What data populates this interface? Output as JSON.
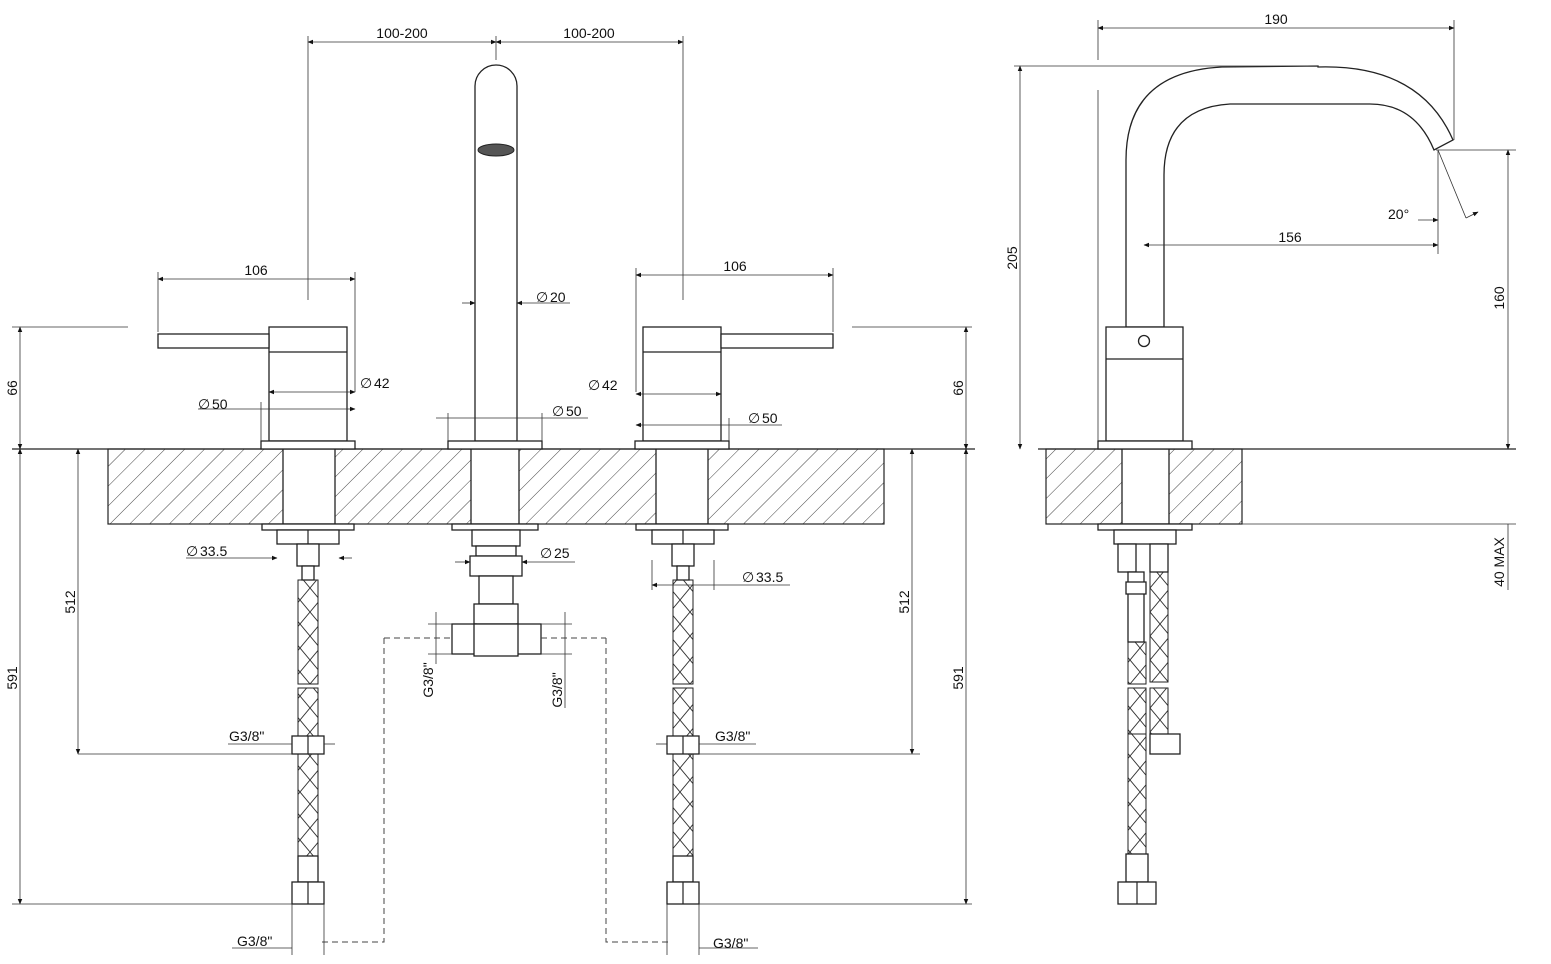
{
  "front_view": {
    "spacing_left": "100-200",
    "spacing_right": "100-200",
    "handle_reach_left": "106",
    "handle_reach_right": "106",
    "spout_diameter": "20",
    "spout_base_diameter": "50",
    "handle_diameter_left": "42",
    "handle_diameter_right": "42",
    "handle_base_left": "50",
    "handle_base_right": "50",
    "height_left": "66",
    "height_right": "66",
    "shank_left": "33.5",
    "shank_right": "33.5",
    "spout_shank": "25",
    "hose_length_left": "512",
    "hose_length_right": "512",
    "total_length_left": "591",
    "total_length_right": "591",
    "thread_mid_left": "G3/8\"",
    "thread_mid_right": "G3/8\"",
    "thread_tee_left": "G3/8\"",
    "thread_tee_right": "G3/8\"",
    "thread_bottom_left": "G3/8\"",
    "thread_bottom_right": "G3/8\""
  },
  "side_view": {
    "spout_reach": "190",
    "spout_height": "205",
    "outlet_reach": "156",
    "outlet_height": "160",
    "outlet_angle": "20°",
    "deck_thickness": "40 MAX"
  },
  "diameter_symbol": "∅"
}
